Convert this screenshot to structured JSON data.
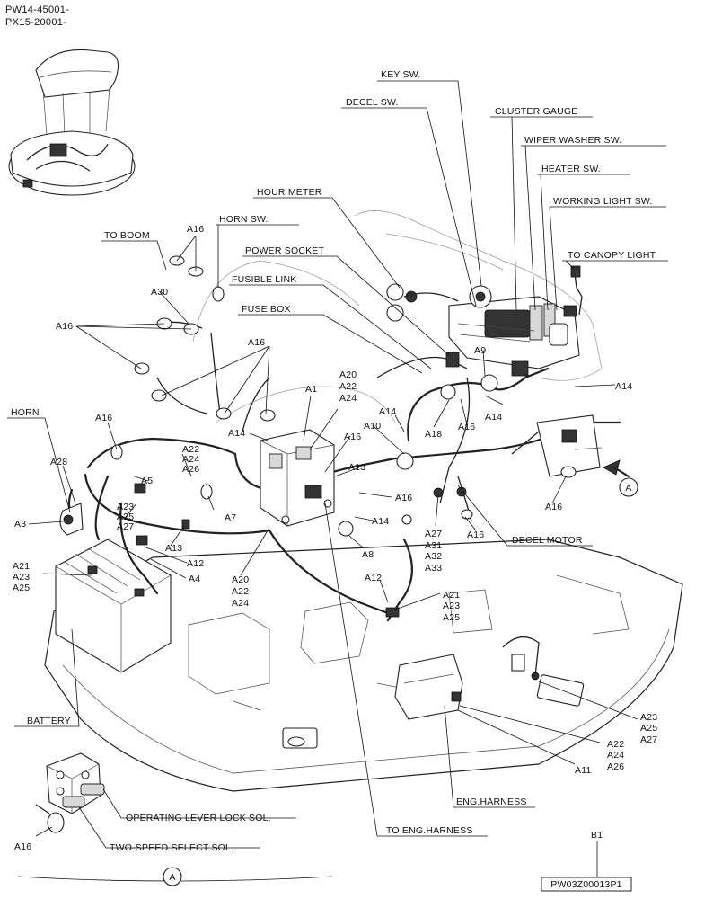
{
  "header": {
    "line1": "PW14-45001-",
    "line2": "PX15-20001-"
  },
  "labels": {
    "key_sw": "KEY SW.",
    "decel_sw": "DECEL SW.",
    "cluster_gauge": "CLUSTER GAUGE",
    "wiper_washer_sw": "WIPER WASHER SW.",
    "heater_sw": "HEATER SW.",
    "working_light_sw": "WORKING LIGHT SW.",
    "to_canopy_light": "TO CANOPY LIGHT",
    "hour_meter": "HOUR METER",
    "horn_sw": "HORN SW.",
    "to_boom": "TO BOOM",
    "power_socket": "POWER SOCKET",
    "fusible_link": "FUSIBLE LINK",
    "fuse_box": "FUSE BOX",
    "horn": "HORN",
    "decel_motor": "DECEL MOTOR",
    "battery": "BATTERY",
    "eng_harness": "ENG.HARNESS",
    "to_eng_harness": "TO ENG.HARNESS",
    "operating_lever_lock_sol": "OPERATING LEVER LOCK SOL.",
    "two_speed_select_sol": "TWO-SPEED SELECT SOL."
  },
  "callouts": {
    "a16": "A16",
    "a30": "A30",
    "a14": "A14",
    "a9": "A9",
    "a18": "A18",
    "a10": "A10",
    "a13": "A13",
    "a1": "A1",
    "a20": "A20",
    "a22": "A22",
    "a24": "A24",
    "a26": "A26",
    "a28": "A28",
    "a5": "A5",
    "a7": "A7",
    "a3": "A3",
    "a23": "A23",
    "a25": "A25",
    "a27": "A27",
    "a21": "A21",
    "a12": "A12",
    "a4": "A4",
    "a8": "A8",
    "a31": "A31",
    "a32": "A32",
    "a33": "A33",
    "a11": "A11"
  },
  "view_marker": "A",
  "drawing_ref": "B1",
  "part_number": "PW03Z00013P1"
}
